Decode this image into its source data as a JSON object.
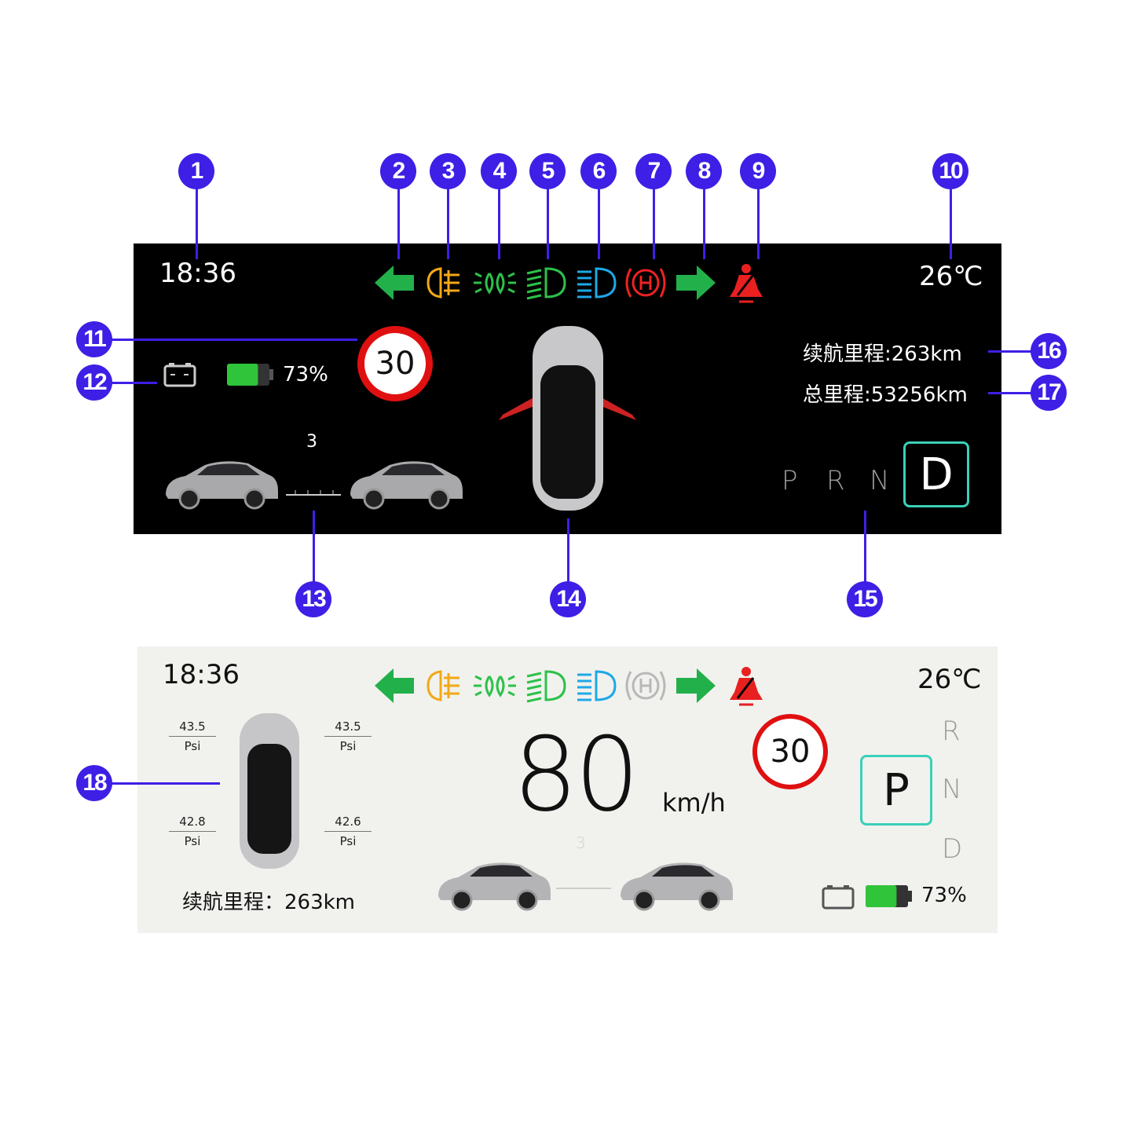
{
  "callouts": [
    "1",
    "2",
    "3",
    "4",
    "5",
    "6",
    "7",
    "8",
    "9",
    "10",
    "11",
    "12",
    "13",
    "14",
    "15",
    "16",
    "17",
    "18"
  ],
  "icons": [
    {
      "name": "turn-left-arrow-icon",
      "color": "#22b04a"
    },
    {
      "name": "rear-fog-light-icon",
      "color": "#f3a818"
    },
    {
      "name": "position-light-icon",
      "color": "#2cc14a"
    },
    {
      "name": "low-beam-icon",
      "color": "#2cc14a"
    },
    {
      "name": "high-beam-icon",
      "color": "#1ea8e8"
    },
    {
      "name": "parking-brake-icon",
      "color": "#ee2222",
      "color_light": "#b8b8b8"
    },
    {
      "name": "turn-right-arrow-icon",
      "color": "#22b04a"
    },
    {
      "name": "seatbelt-warning-icon",
      "color": "#e82020"
    }
  ],
  "dark": {
    "time": "18:36",
    "temperature": "26℃",
    "speed_limit": "30",
    "battery_percent": "73%",
    "battery_level": 0.73,
    "distance_gap": "3",
    "range": "续航里程:263km",
    "odometer": "总里程:53256km",
    "gears": [
      "P",
      "R",
      "N"
    ],
    "selected_gear": "D",
    "doors_open": [
      "front-left",
      "front-right"
    ]
  },
  "light": {
    "time": "18:36",
    "temperature": "26℃",
    "speed": "80",
    "speed_unit": "km/h",
    "speed_limit": "30",
    "battery_percent": "73%",
    "battery_level": 0.73,
    "distance_gap": "3",
    "range": "续航里程：263km",
    "gears": [
      "R",
      "N",
      "D"
    ],
    "selected_gear": "P",
    "tire": {
      "fl": "43.5",
      "fr": "43.5",
      "rl": "42.8",
      "rr": "42.6",
      "unit": "Psi"
    }
  },
  "colors": {
    "callout": "#3d1fe6",
    "gear_highlight": "#3ad0b8",
    "speed_sign_ring": "#e01010"
  }
}
